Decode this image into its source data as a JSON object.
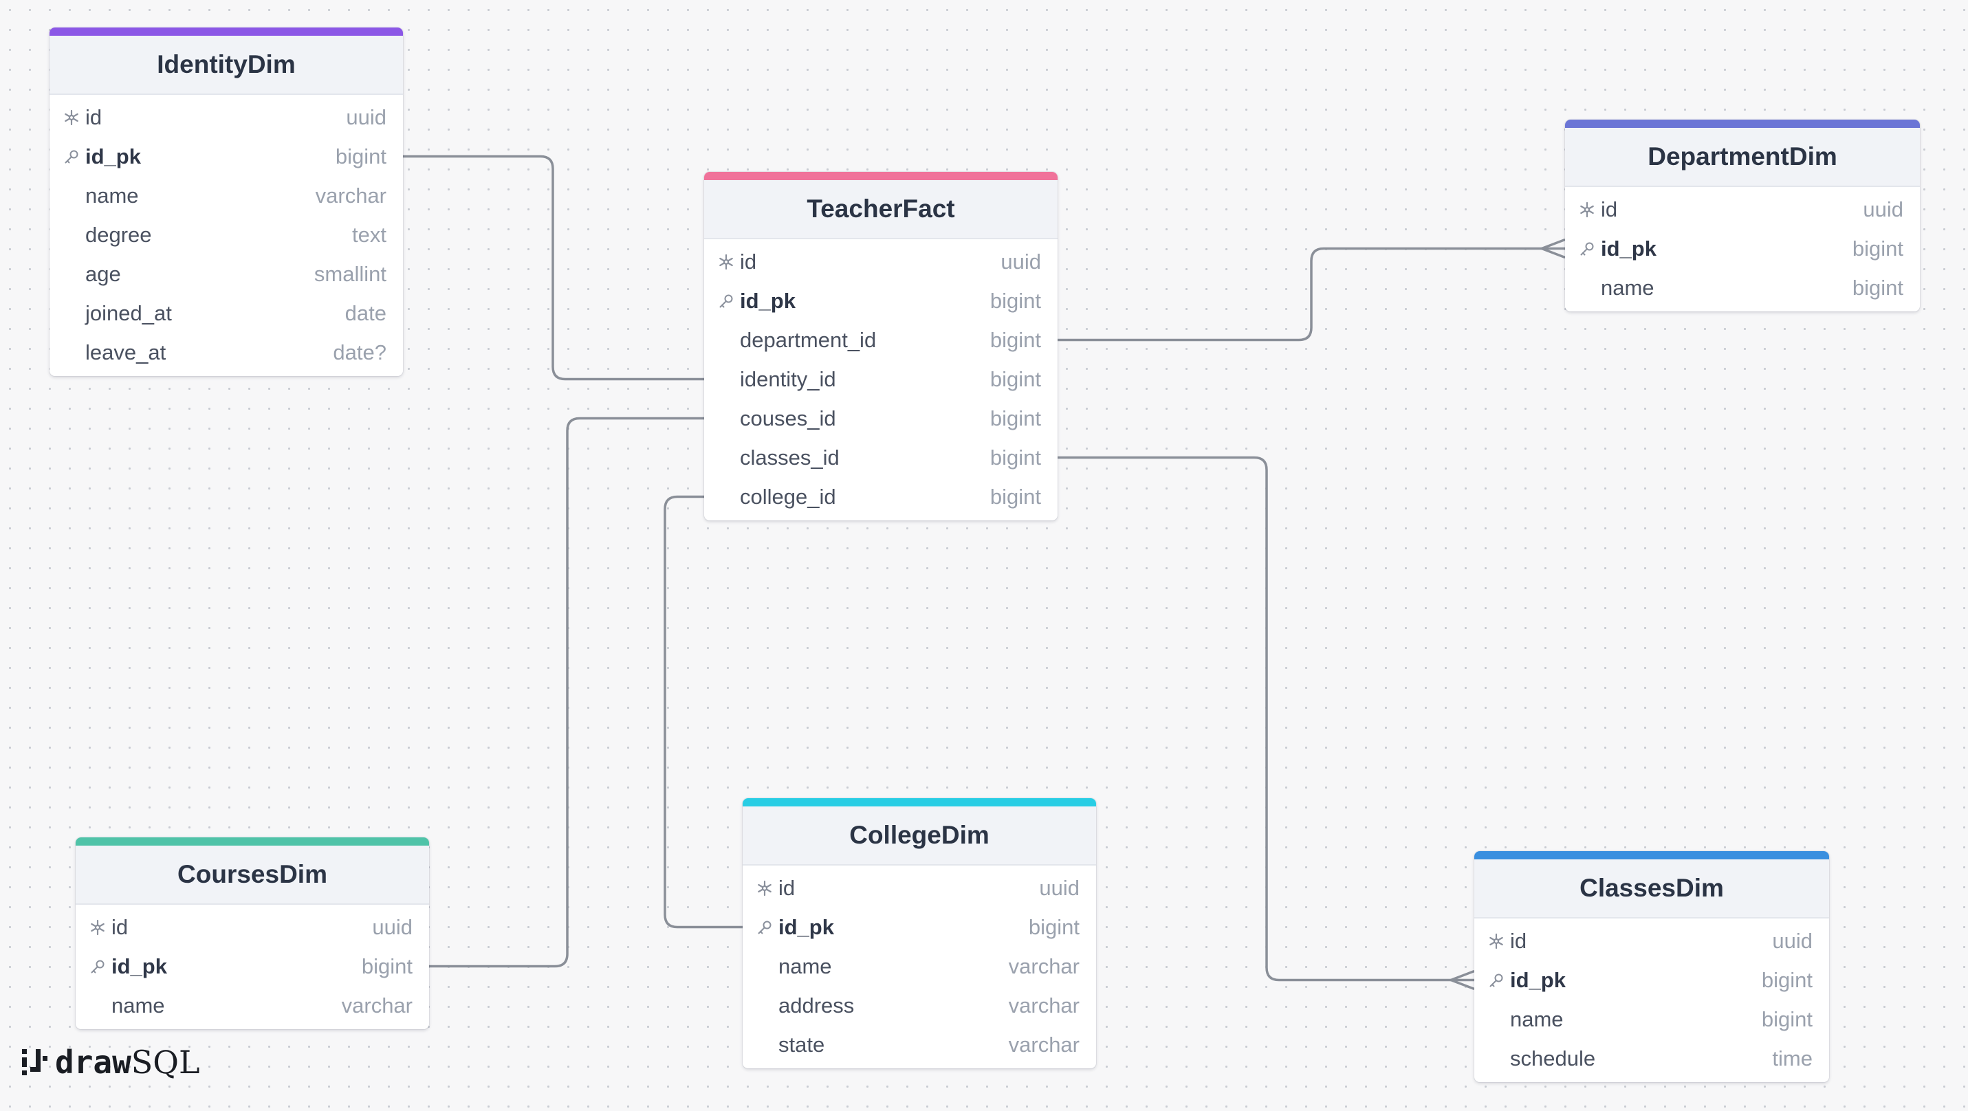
{
  "app": {
    "brand_bold": "draw",
    "brand_light": "SQL"
  },
  "connector_color": "#8a8f98",
  "tables": {
    "identity": {
      "title": "IdentityDim",
      "accent": "#8b57e6",
      "columns": [
        {
          "name": "id",
          "type": "uuid",
          "key": "snowflake"
        },
        {
          "name": "id_pk",
          "type": "bigint",
          "key": "primary"
        },
        {
          "name": "name",
          "type": "varchar",
          "key": "none"
        },
        {
          "name": "degree",
          "type": "text",
          "key": "none"
        },
        {
          "name": "age",
          "type": "smallint",
          "key": "none"
        },
        {
          "name": "joined_at",
          "type": "date",
          "key": "none"
        },
        {
          "name": "leave_at",
          "type": "date?",
          "key": "none"
        }
      ]
    },
    "teacher": {
      "title": "TeacherFact",
      "accent": "#f0729a",
      "columns": [
        {
          "name": "id",
          "type": "uuid",
          "key": "snowflake"
        },
        {
          "name": "id_pk",
          "type": "bigint",
          "key": "primary"
        },
        {
          "name": "department_id",
          "type": "bigint",
          "key": "none"
        },
        {
          "name": "identity_id",
          "type": "bigint",
          "key": "none"
        },
        {
          "name": "couses_id",
          "type": "bigint",
          "key": "none"
        },
        {
          "name": "classes_id",
          "type": "bigint",
          "key": "none"
        },
        {
          "name": "college_id",
          "type": "bigint",
          "key": "none"
        }
      ]
    },
    "department": {
      "title": "DepartmentDim",
      "accent": "#6b75d6",
      "columns": [
        {
          "name": "id",
          "type": "uuid",
          "key": "snowflake"
        },
        {
          "name": "id_pk",
          "type": "bigint",
          "key": "primary"
        },
        {
          "name": "name",
          "type": "bigint",
          "key": "none"
        }
      ]
    },
    "courses": {
      "title": "CoursesDim",
      "accent": "#4fc3a8",
      "columns": [
        {
          "name": "id",
          "type": "uuid",
          "key": "snowflake"
        },
        {
          "name": "id_pk",
          "type": "bigint",
          "key": "primary"
        },
        {
          "name": "name",
          "type": "varchar",
          "key": "none"
        }
      ]
    },
    "college": {
      "title": "CollegeDim",
      "accent": "#28cde4",
      "columns": [
        {
          "name": "id",
          "type": "uuid",
          "key": "snowflake"
        },
        {
          "name": "id_pk",
          "type": "bigint",
          "key": "primary"
        },
        {
          "name": "name",
          "type": "varchar",
          "key": "none"
        },
        {
          "name": "address",
          "type": "varchar",
          "key": "none"
        },
        {
          "name": "state",
          "type": "varchar",
          "key": "none"
        }
      ]
    },
    "classes": {
      "title": "ClassesDim",
      "accent": "#3a8fdf",
      "columns": [
        {
          "name": "id",
          "type": "uuid",
          "key": "snowflake"
        },
        {
          "name": "id_pk",
          "type": "bigint",
          "key": "primary"
        },
        {
          "name": "name",
          "type": "bigint",
          "key": "none"
        },
        {
          "name": "schedule",
          "type": "time",
          "key": "none"
        }
      ]
    }
  },
  "relations": [
    {
      "from": "teacher.identity_id",
      "to": "identity.id_pk",
      "end": "one"
    },
    {
      "from": "teacher.department_id",
      "to": "department.id_pk",
      "end": "many"
    },
    {
      "from": "teacher.couses_id",
      "to": "courses.id_pk",
      "end": "one"
    },
    {
      "from": "teacher.college_id",
      "to": "college.id_pk",
      "end": "one"
    },
    {
      "from": "teacher.classes_id",
      "to": "classes.id_pk",
      "end": "many"
    }
  ]
}
